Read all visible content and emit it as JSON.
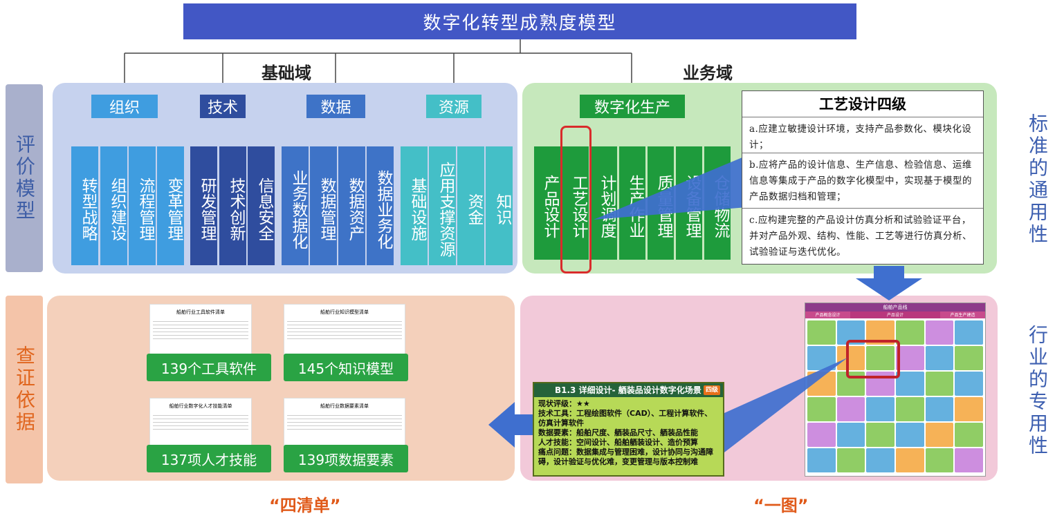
{
  "title": "数字化转型成熟度模型",
  "domains": {
    "basic": "基础域",
    "business": "业务域"
  },
  "side_left": {
    "top": "评价模型",
    "bottom": "查证依据"
  },
  "side_right": {
    "top": "标准的通用性",
    "bottom": "行业的专用性"
  },
  "categories": [
    "组织",
    "技术",
    "数据",
    "资源"
  ],
  "leaves": {
    "org": [
      "转型战略",
      "组织建设",
      "流程管理",
      "变革管理"
    ],
    "tech": [
      "研发管理",
      "技术创新",
      "信息安全"
    ],
    "data": [
      "业务数据化",
      "数据管理",
      "数据资产",
      "数据业务化"
    ],
    "res": [
      "基础设施",
      "应用支撑资源",
      "资金",
      "知识"
    ]
  },
  "business": {
    "category": "数字化生产",
    "leaves": [
      "产品设计",
      "工艺设计",
      "计划调度",
      "生产作业",
      "质量管理",
      "设备管理",
      "仓储物流"
    ]
  },
  "level_box": {
    "title": "工艺设计四级",
    "items": [
      "a.应建立敏捷设计环境，支持产品参数化、模块化设计；",
      "b.应将产品的设计信息、生产信息、检验信息、运维信息等集成于产品的数字化模型中，实现基于模型的产品数据归档和管理；",
      "c.应构建完整的产品设计仿真分析和试验验证平台，并对产品外观、结构、性能、工艺等进行仿真分析、试验验证与迭代优化。"
    ]
  },
  "lists": [
    "139个工具软件",
    "145个知识模型",
    "137项人才技能",
    "139项数据要素"
  ],
  "list_doc_titles": [
    "船舶行业工具软件清单",
    "船舶行业知识模型清单",
    "船舶行业数字化人才技能清单",
    "船舶行业数据要素清单"
  ],
  "scene": {
    "title": "B1.3 详细设计- 舾装品设计数字化场景",
    "badge": "四级",
    "lines": [
      "现状评级：★★",
      "技术工具：工程绘图软件（CAD）、工程计算软件、仿真计算软件",
      "数据要素：船舶尺度、舾装品尺寸、舾装品性能",
      "人才技能：空间设计、船舶舾装设计、造价预算",
      "痛点问题：数据集成与管理困难，设计协同与沟通障碍，设计验证与优化难，变更管理与版本控制难"
    ]
  },
  "map": {
    "title": "船舶产品线",
    "stages": [
      "产品概念设计",
      "产品设计",
      "产品生产建造"
    ],
    "rows": 6,
    "cols": 6
  },
  "captions": {
    "left": "“四清单”",
    "right": "“一图”"
  },
  "colors": {
    "title": "#4257c5",
    "org": "#3f9de0",
    "tech": "#2f4d9e",
    "data": "#3e73c7",
    "res": "#44bfc7",
    "green": "#1e9b3c",
    "highlight": "#d92b2b"
  }
}
